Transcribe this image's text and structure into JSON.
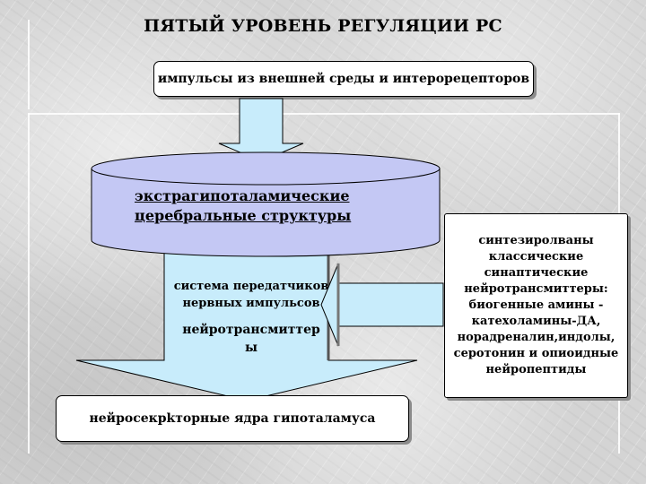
{
  "title": "ПЯТЫЙ УРОВЕНЬ РЕГУЛЯЦИИ РС",
  "top_box": "импульсы из внешней среды и интерорецепторов",
  "cylinder": {
    "line1": "экстрагипоталамические",
    "line2": "церебральные структуры"
  },
  "stem": {
    "line1": "система передатчиков",
    "line2": "нервных импульсов",
    "line3": "нейротрансмиттер",
    "line4": "ы"
  },
  "bottom_box": "нейросекрkторные ядра гипоталамуса",
  "right_box": {
    "lines": [
      "синтезиролваны",
      "классические",
      "синаптические",
      "нейротрансмиттеры:",
      "биогенные амины -",
      "катехоламины-ДА,",
      "норадреналин,индолы,",
      "серотонин и опиоидные",
      "нейропептиды"
    ]
  },
  "colors": {
    "fill": "#c8ecfb",
    "cylinder_fill": "#c4c8f4",
    "box": "#ffffff",
    "shadow": "#8c8c8c"
  }
}
